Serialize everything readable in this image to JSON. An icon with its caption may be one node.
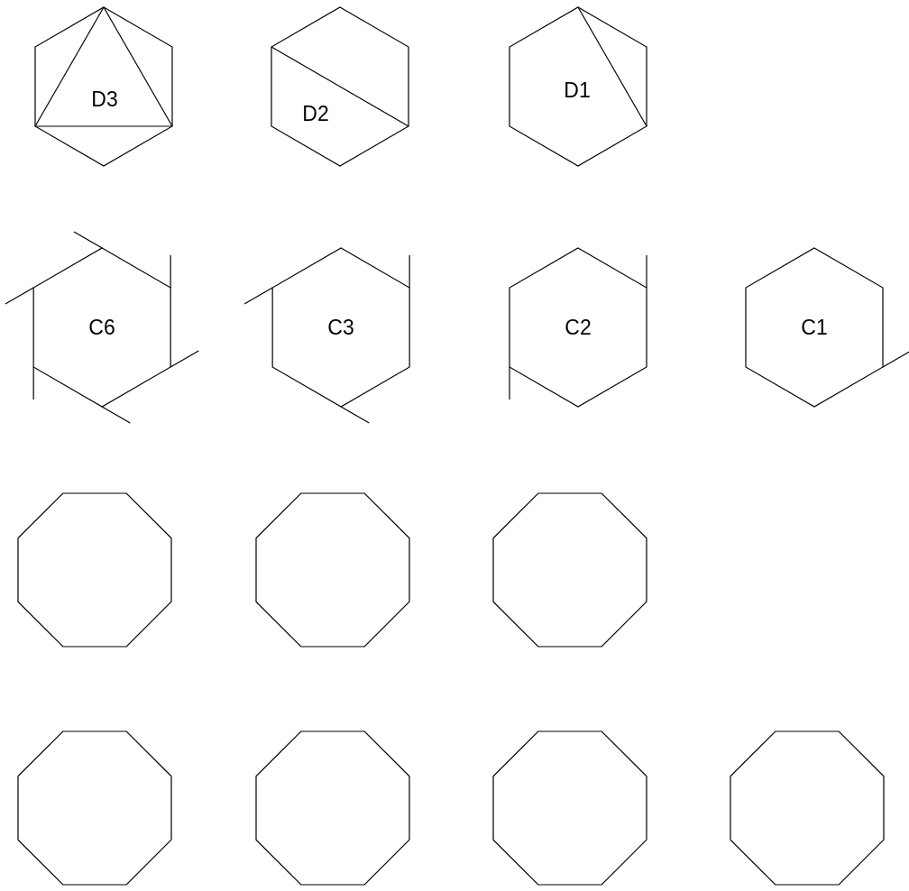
{
  "diagram": {
    "nodes": [
      {
        "text": [
          "D3"
        ]
      },
      {
        "text": [
          "D2"
        ]
      },
      {
        "text": [
          "D1"
        ]
      },
      {
        "text": [
          "C6"
        ]
      },
      {
        "text": [
          "C3"
        ]
      },
      {
        "text": [
          "C2"
        ]
      },
      {
        "text": [
          "C1"
        ]
      },
      {
        "text": [],
        "shape": "octagon"
      },
      {
        "text": [],
        "shape": "octagon"
      },
      {
        "text": [],
        "shape": "octagon"
      },
      {
        "text": [],
        "shape": "octagon"
      },
      {
        "text": [],
        "shape": "octagon"
      },
      {
        "text": [],
        "shape": "octagon"
      },
      {
        "text": [],
        "shape": "octagon"
      }
    ]
  }
}
